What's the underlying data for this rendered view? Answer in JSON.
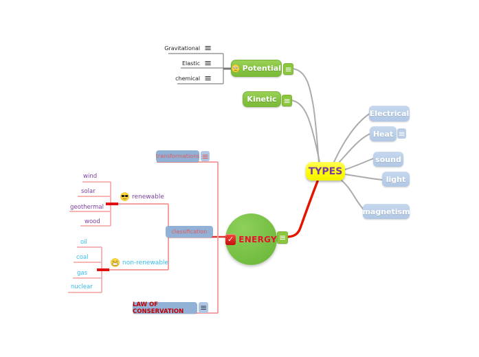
{
  "icons": {
    "menu": "≡",
    "check": "✓"
  },
  "colors": {
    "center_green": "#76C043",
    "branch_green": "#8CC63E",
    "types_yellow": "#FDFD00",
    "types_text": "#7A3B9E",
    "energy_text": "#E8112D",
    "blue_node": "#B1C7E4",
    "label_blue": "#92B1D7",
    "label_red_text": "#E05A5A",
    "law_red_text": "#C00000",
    "purple_text": "#7B3FA0",
    "cyan_text": "#33BBEE",
    "pink_line": "#F2A0A0",
    "red_line": "#E51400",
    "gray_line": "#ABABAB"
  },
  "nodes": {
    "energy": {
      "label": "ENERGY"
    },
    "types": {
      "label": "TYPES"
    },
    "potential": {
      "label": "Potential",
      "children": [
        {
          "label": "Gravitational"
        },
        {
          "label": "Elastic"
        },
        {
          "label": "chemical"
        }
      ]
    },
    "kinetic": {
      "label": "Kinetic"
    },
    "forms": [
      {
        "label": "Electrical"
      },
      {
        "label": "Heat"
      },
      {
        "label": "sound"
      },
      {
        "label": "light"
      },
      {
        "label": "magnetism"
      }
    ],
    "transformations": {
      "label": "transformations"
    },
    "classification": {
      "label": "classification"
    },
    "renewable": {
      "label": "renewable",
      "children": [
        {
          "label": "wind"
        },
        {
          "label": "solar"
        },
        {
          "label": "geothermal"
        },
        {
          "label": "wood"
        }
      ]
    },
    "non_renewable": {
      "label": "non-renewable",
      "children": [
        {
          "label": "oil"
        },
        {
          "label": "coal"
        },
        {
          "label": "gas"
        },
        {
          "label": "nuclear"
        }
      ]
    },
    "law": {
      "label": "LAW OF CONSERVATION"
    }
  }
}
